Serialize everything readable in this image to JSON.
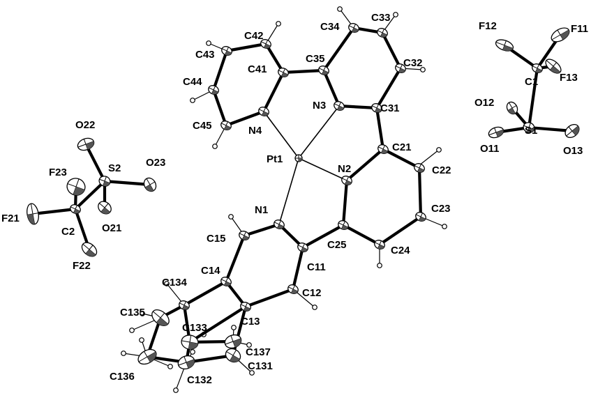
{
  "atoms": [
    {
      "id": "Pt1",
      "label": "Pt1",
      "element": "Pt"
    },
    {
      "id": "N1",
      "label": "N1",
      "element": "N"
    },
    {
      "id": "N2",
      "label": "N2",
      "element": "N"
    },
    {
      "id": "N3",
      "label": "N3",
      "element": "N"
    },
    {
      "id": "N4",
      "label": "N4",
      "element": "N"
    },
    {
      "id": "C11",
      "label": "C11",
      "element": "C"
    },
    {
      "id": "C12",
      "label": "C12",
      "element": "C"
    },
    {
      "id": "C13",
      "label": "C13",
      "element": "C"
    },
    {
      "id": "C14",
      "label": "C14",
      "element": "C"
    },
    {
      "id": "C15",
      "label": "C15",
      "element": "C"
    },
    {
      "id": "C21",
      "label": "C21",
      "element": "C"
    },
    {
      "id": "C22",
      "label": "C22",
      "element": "C"
    },
    {
      "id": "C23",
      "label": "C23",
      "element": "C"
    },
    {
      "id": "C24",
      "label": "C24",
      "element": "C"
    },
    {
      "id": "C25",
      "label": "C25",
      "element": "C"
    },
    {
      "id": "C31",
      "label": "C31",
      "element": "C"
    },
    {
      "id": "C32",
      "label": "C32",
      "element": "C"
    },
    {
      "id": "C33",
      "label": "C33",
      "element": "C"
    },
    {
      "id": "C34",
      "label": "C34",
      "element": "C"
    },
    {
      "id": "C35",
      "label": "C35",
      "element": "C"
    },
    {
      "id": "C41",
      "label": "C41",
      "element": "C"
    },
    {
      "id": "C42",
      "label": "C42",
      "element": "C"
    },
    {
      "id": "C43",
      "label": "C43",
      "element": "C"
    },
    {
      "id": "C44",
      "label": "C44",
      "element": "C"
    },
    {
      "id": "C45",
      "label": "C45",
      "element": "C"
    },
    {
      "id": "C131",
      "label": "C131",
      "element": "C"
    },
    {
      "id": "C132",
      "label": "C132",
      "element": "C"
    },
    {
      "id": "C133",
      "label": "C133",
      "element": "C"
    },
    {
      "id": "C134",
      "label": "C134",
      "element": "C"
    },
    {
      "id": "C135",
      "label": "C135",
      "element": "C"
    },
    {
      "id": "C136",
      "label": "C136",
      "element": "C"
    },
    {
      "id": "C137",
      "label": "C137",
      "element": "C"
    },
    {
      "id": "S1",
      "label": "S1",
      "element": "S"
    },
    {
      "id": "C1",
      "label": "C1",
      "element": "C"
    },
    {
      "id": "F11",
      "label": "F11",
      "element": "F"
    },
    {
      "id": "F12",
      "label": "F12",
      "element": "F"
    },
    {
      "id": "F13",
      "label": "F13",
      "element": "F"
    },
    {
      "id": "O11",
      "label": "O11",
      "element": "O"
    },
    {
      "id": "O12",
      "label": "O12",
      "element": "O"
    },
    {
      "id": "O13",
      "label": "O13",
      "element": "O"
    },
    {
      "id": "S2",
      "label": "S2",
      "element": "S"
    },
    {
      "id": "C2",
      "label": "C2",
      "element": "C"
    },
    {
      "id": "F21",
      "label": "F21",
      "element": "F"
    },
    {
      "id": "F22",
      "label": "F22",
      "element": "F"
    },
    {
      "id": "F23",
      "label": "F23",
      "element": "F"
    },
    {
      "id": "O21",
      "label": "O21",
      "element": "O"
    },
    {
      "id": "O22",
      "label": "O22",
      "element": "O"
    },
    {
      "id": "O23",
      "label": "O23",
      "element": "O"
    }
  ],
  "bonds": [
    [
      "Pt1",
      "N1",
      "pt"
    ],
    [
      "Pt1",
      "N2",
      "pt"
    ],
    [
      "Pt1",
      "N3",
      "pt"
    ],
    [
      "Pt1",
      "N4",
      "pt"
    ],
    [
      "N1",
      "C11"
    ],
    [
      "C11",
      "C12"
    ],
    [
      "C12",
      "C13"
    ],
    [
      "C13",
      "C14"
    ],
    [
      "C14",
      "C15"
    ],
    [
      "C15",
      "N1"
    ],
    [
      "C11",
      "C25"
    ],
    [
      "C25",
      "N2"
    ],
    [
      "N2",
      "C21"
    ],
    [
      "C21",
      "C22"
    ],
    [
      "C22",
      "C23"
    ],
    [
      "C23",
      "C24"
    ],
    [
      "C24",
      "C25"
    ],
    [
      "C21",
      "C31"
    ],
    [
      "C31",
      "N3"
    ],
    [
      "N3",
      "C35"
    ],
    [
      "C35",
      "C34"
    ],
    [
      "C34",
      "C33"
    ],
    [
      "C33",
      "C32"
    ],
    [
      "C32",
      "C31"
    ],
    [
      "C35",
      "C41"
    ],
    [
      "C41",
      "N4"
    ],
    [
      "N4",
      "C45"
    ],
    [
      "C45",
      "C44"
    ],
    [
      "C44",
      "C43"
    ],
    [
      "C43",
      "C42"
    ],
    [
      "C42",
      "C41"
    ],
    [
      "C14",
      "C134"
    ],
    [
      "C134",
      "C135"
    ],
    [
      "C135",
      "C136"
    ],
    [
      "C134",
      "C133"
    ],
    [
      "C133",
      "C132"
    ],
    [
      "C132",
      "C131"
    ],
    [
      "C131",
      "C13"
    ],
    [
      "C131",
      "C137"
    ],
    [
      "C133",
      "C137"
    ],
    [
      "C132",
      "C136"
    ],
    [
      "C13",
      "C133"
    ],
    [
      "S1",
      "C1"
    ],
    [
      "C1",
      "F11"
    ],
    [
      "C1",
      "F12"
    ],
    [
      "C1",
      "F13"
    ],
    [
      "S1",
      "O11"
    ],
    [
      "S1",
      "O12"
    ],
    [
      "S1",
      "O13"
    ],
    [
      "S2",
      "C2"
    ],
    [
      "C2",
      "F21"
    ],
    [
      "C2",
      "F22"
    ],
    [
      "C2",
      "F23"
    ],
    [
      "S2",
      "O21"
    ],
    [
      "S2",
      "O22"
    ],
    [
      "S2",
      "O23"
    ]
  ]
}
